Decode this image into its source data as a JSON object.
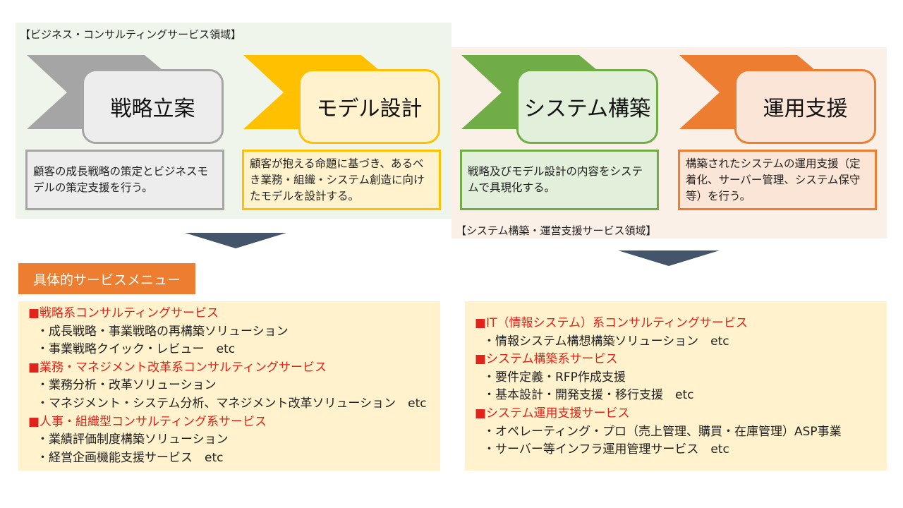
{
  "regions": {
    "business": "【ビジネス・コンサルティングサービス領域】",
    "system": "【システム構築・運営支援サービス領域】"
  },
  "stages": [
    {
      "title": "戦略立案",
      "desc": "顧客の成長戦略の策定とビジネスモデルの策定支援を行う。",
      "color": "#a5a5a5",
      "fill": "#ededed"
    },
    {
      "title": "モデル設計",
      "desc": "顧客が抱える命題に基づき、あるべき業務・組織・システム創造に向けたモデルを設計する。",
      "color": "#ffc000",
      "fill": "#fff2cc"
    },
    {
      "title": "システム構築",
      "desc": "戦略及びモデル設計の内容をシステムで具現化する。",
      "color": "#70ad47",
      "fill": "#e2efda"
    },
    {
      "title": "運用支援",
      "desc": "構築されたシステムの運用支援（定着化、サーバー管理、システム保守等）を行う。",
      "color": "#ed7d31",
      "fill": "#fbe5d6"
    }
  ],
  "menu_label": "具体的サービスメニュー",
  "menu_left": [
    {
      "h": "■戦略系コンサルティングサービス"
    },
    {
      "i": "・成長戦略・事業戦略の再構築ソリューション"
    },
    {
      "i": "・事業戦略クイック・レビュー　etc"
    },
    {
      "h": "■業務・マネジメント改革系コンサルティングサービス"
    },
    {
      "i": "・業務分析・改革ソリューション"
    },
    {
      "i": "・マネジメント・システム分析、マネジメント改革ソリューション　etc"
    },
    {
      "h": "■人事・組織型コンサルティング系サービス"
    },
    {
      "i": "・業績評価制度構築ソリューション"
    },
    {
      "i": "・経営企画機能支援サービス　etc"
    }
  ],
  "menu_right": [
    {
      "h": "■IT（情報システム）系コンサルティングサービス"
    },
    {
      "i": "・情報システム構想構築ソリューション　etc"
    },
    {
      "h": "■システム構築系サービス"
    },
    {
      "i": "・要件定義・RFP作成支援"
    },
    {
      "i": "・基本設計・開発支援・移行支援　etc"
    },
    {
      "h": "■システム運用支援サービス"
    },
    {
      "i": "・オペレーティング・プロ（売上管理、購買・在庫管理）ASP事業"
    },
    {
      "i": "・サーバー等インフラ運用管理サービス　etc"
    }
  ]
}
